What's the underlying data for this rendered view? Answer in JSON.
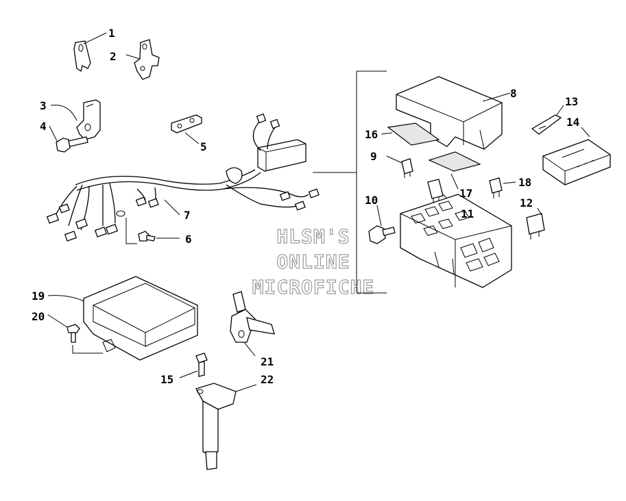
{
  "watermark": {
    "line1": "HLSM'S",
    "line2": "ONLINE",
    "line3": "MICROFICHE"
  },
  "callouts": [
    {
      "id": "c1",
      "text": "1"
    },
    {
      "id": "c2",
      "text": "2"
    },
    {
      "id": "c3",
      "text": "3"
    },
    {
      "id": "c4",
      "text": "4"
    },
    {
      "id": "c5",
      "text": "5"
    },
    {
      "id": "c6",
      "text": "6"
    },
    {
      "id": "c7",
      "text": "7"
    },
    {
      "id": "c8",
      "text": "8"
    },
    {
      "id": "c9",
      "text": "9"
    },
    {
      "id": "c10",
      "text": "10"
    },
    {
      "id": "c11",
      "text": "11"
    },
    {
      "id": "c12",
      "text": "12"
    },
    {
      "id": "c13",
      "text": "13"
    },
    {
      "id": "c14",
      "text": "14"
    },
    {
      "id": "c15",
      "text": "15"
    },
    {
      "id": "c16",
      "text": "16"
    },
    {
      "id": "c17",
      "text": "17"
    },
    {
      "id": "c18",
      "text": "18"
    },
    {
      "id": "c19",
      "text": "19"
    },
    {
      "id": "c20",
      "text": "20"
    },
    {
      "id": "c21",
      "text": "21"
    },
    {
      "id": "c22",
      "text": "22"
    }
  ]
}
